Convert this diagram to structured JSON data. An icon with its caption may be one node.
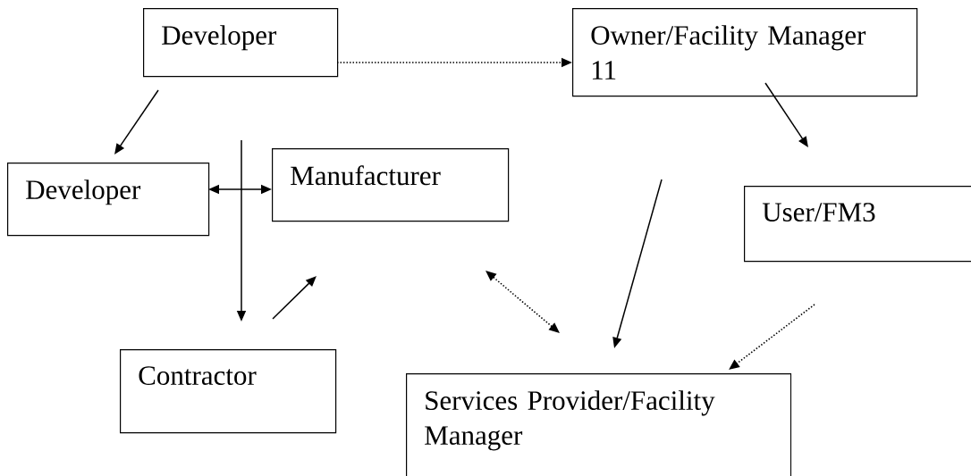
{
  "diagram": {
    "nodes": [
      {
        "text": [
          "Developer"
        ]
      },
      {
        "text": [
          "Owner/Facility Manager 11"
        ]
      },
      {
        "text": [
          "Developer"
        ]
      },
      {
        "text": [
          "Manufacturer"
        ]
      },
      {
        "text": [
          "User/FM3"
        ]
      },
      {
        "text": [
          "Contractor"
        ]
      },
      {
        "text": [
          "Services Provider/Facility Manager"
        ]
      }
    ],
    "edges": [
      {
        "from": 0,
        "to": 1,
        "arrow": "to",
        "style": "dashed"
      },
      {
        "from": 0,
        "to": 2,
        "arrow": "to"
      },
      {
        "from": 2,
        "to": 3,
        "arrow": "both"
      },
      {
        "from": null,
        "to": 5,
        "arrow": "to"
      },
      {
        "from": 5,
        "to": 3,
        "arrow": "to"
      },
      {
        "from": 1,
        "to": 4,
        "arrow": "to"
      },
      {
        "from": null,
        "to": 6,
        "arrow": "to"
      },
      {
        "from": 3,
        "to": 6,
        "arrow": "both",
        "style": "dashed"
      },
      {
        "from": 4,
        "to": 6,
        "arrow": "to",
        "style": "dashed"
      }
    ]
  }
}
